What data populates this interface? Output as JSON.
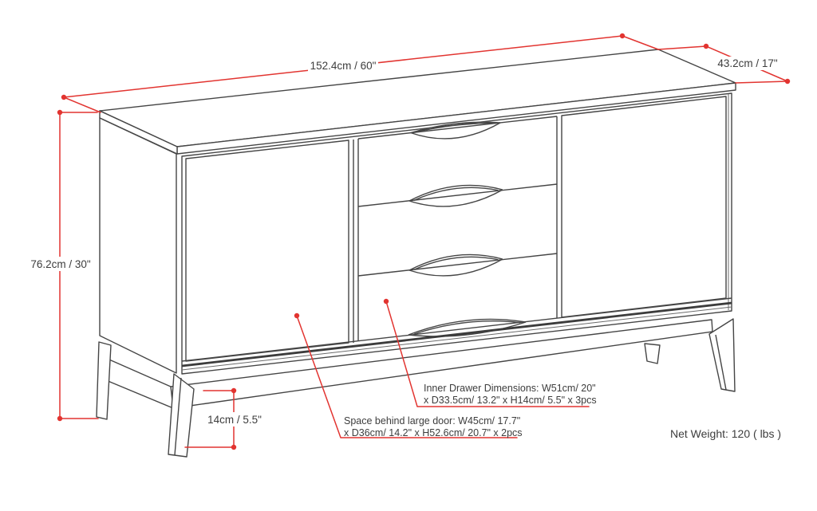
{
  "dimensions": {
    "width": {
      "label": "152.4cm / 60\""
    },
    "depth": {
      "label": "43.2cm / 17\""
    },
    "height": {
      "label": "76.2cm / 30\""
    },
    "leg_height": {
      "label": "14cm / 5.5\""
    }
  },
  "annotations": {
    "inner_drawer": {
      "line1": "Inner Drawer Dimensions: W51cm/ 20\"",
      "line2": "x D33.5cm/ 13.2\" x H14cm/ 5.5\" x 3pcs"
    },
    "door_space": {
      "line1": "Space behind large door: W45cm/ 17.7\"",
      "line2": "x D36cm/ 14.2\" x H52.6cm/ 20.7\" x 2pcs"
    },
    "net_weight": {
      "label": "Net Weight: 120 ( lbs )"
    }
  },
  "colors": {
    "dimension_red": "#e23430",
    "line_gray": "#454545",
    "text_dark": "#3d3d3d",
    "background": "#ffffff"
  }
}
